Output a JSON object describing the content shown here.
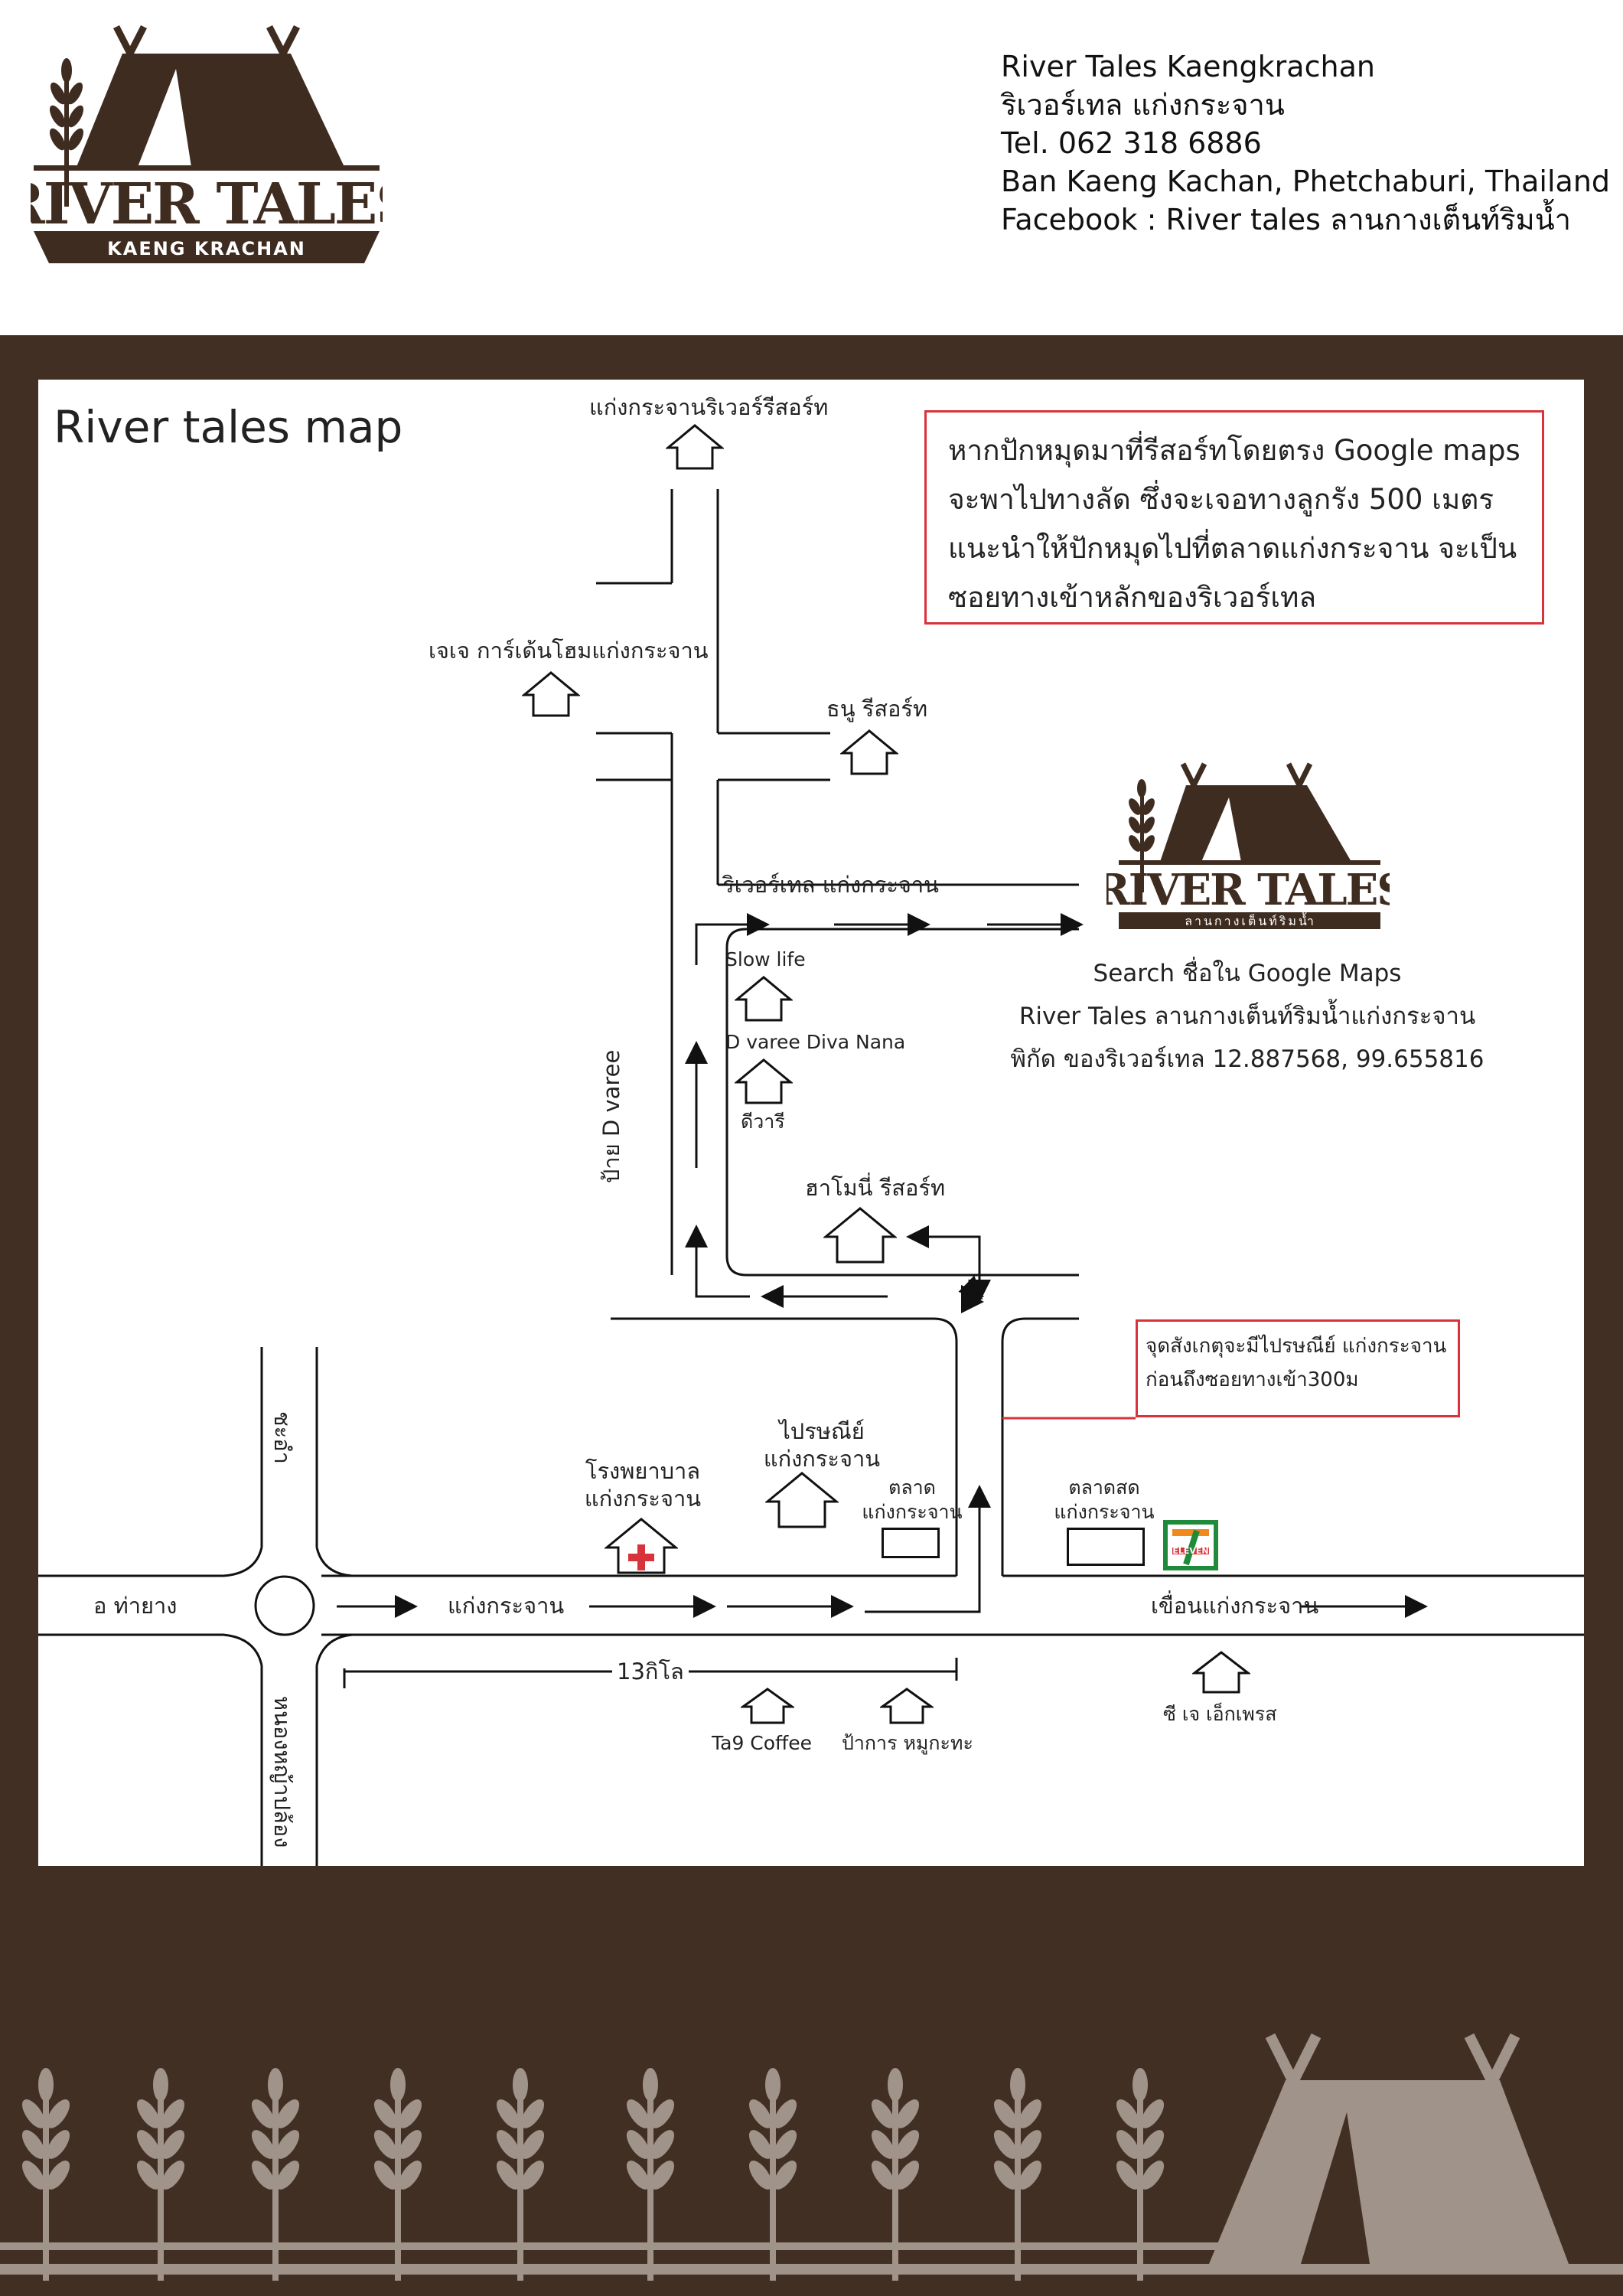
{
  "header": {
    "logo": {
      "wordmark": "RIVER TALES",
      "subtitle": "KAENG KRACHAN"
    },
    "contact": [
      "River Tales Kaengkrachan",
      "ริเวอร์เทล  แก่งกระจาน",
      "Tel. 062 318 6886",
      "Ban Kaeng Kachan, Phetchaburi, Thailand",
      "Facebook : River tales ลานกางเต็นท์ริมน้ำ"
    ]
  },
  "map": {
    "title": "River tales map",
    "note_top": [
      "หากปักหมุดมาที่รีสอร์ทโดยตรง Google maps",
      "จะพาไปทางลัด ซึ่งจะเจอทางลูกรัง 500 เมตร",
      "แนะนำให้ปักหมุดไปที่ตลาดแก่งกระจาน จะเป็น",
      "ซอยทางเข้าหลักของริเวอร์เทล"
    ],
    "note_post": [
      "จุดสังเกตุจะมีไปรษณีย์ แก่งกระจาน",
      "ก่อนถึงซอยทางเข้า300ม"
    ],
    "resort_logo": {
      "wordmark": "RIVER TALES",
      "subtitle": "ลานกางเต็นท์ริมน้ำ"
    },
    "search": [
      "Search ชื่อใน Google Maps",
      "River Tales ลานกางเต็นท์ริมน้ำแก่งกระจาน",
      "พิกัด ของริเวอร์เทล 12.887568, 99.655816"
    ],
    "places": {
      "kaeng_krachan_river_resort": "แก่งกระจานริเวอร์รีสอร์ท",
      "jj_garden_home": "เจเจ การ์เด้นโฮมแก่งกระจาน",
      "tanu_resort": "ธนู รีสอร์ท",
      "river_tales_road": "ริเวอร์เทล แก่งกระจาน",
      "slow_life": "Slow life",
      "d_varee": "D varee Diva Nana",
      "d_varee_th": "ดีวารี",
      "d_varee_sign": "ป้าย D varee",
      "amoni_resort": "ฮาโมนี่ รีสอร์ท",
      "post_office": [
        "ไปรษณีย์",
        "แก่งกระจาน"
      ],
      "hospital": [
        "โรงพยาบาล",
        "แก่งกระจาน"
      ],
      "market": [
        "ตลาด",
        "แก่งกระจาน"
      ],
      "fresh_market": [
        "ตลาดสด",
        "แก่งกระจาน"
      ],
      "seven_eleven": "ELEVEN",
      "cha_am": "ชะอำ",
      "tha_yang": "อ ท่ายาง",
      "nong_ya_plong": "หนองหญ้าปล้อง",
      "kaeng_krachan_road": "แก่งกระจาน",
      "dam_road": "เขื่อนแก่งกระจาน",
      "distance": "13กิโล",
      "ta9_coffee": "Ta9 Coffee",
      "pakarn_moo_kata": "ป้าการ หมูกะทะ",
      "cj_express": "ซี เจ เอ็กเพรส"
    }
  },
  "colors": {
    "brown": "#422f24",
    "red": "#d8323a",
    "footer_art": "#a0938a",
    "seven_green": "#1f8a3a",
    "seven_orange": "#f08a1d"
  },
  "icons": [
    "tent-logo-icon",
    "house-icon",
    "hospital-cross-icon",
    "arrow-icon",
    "seven-eleven-logo-icon",
    "wheat-icon",
    "tent-silhouette-icon"
  ]
}
